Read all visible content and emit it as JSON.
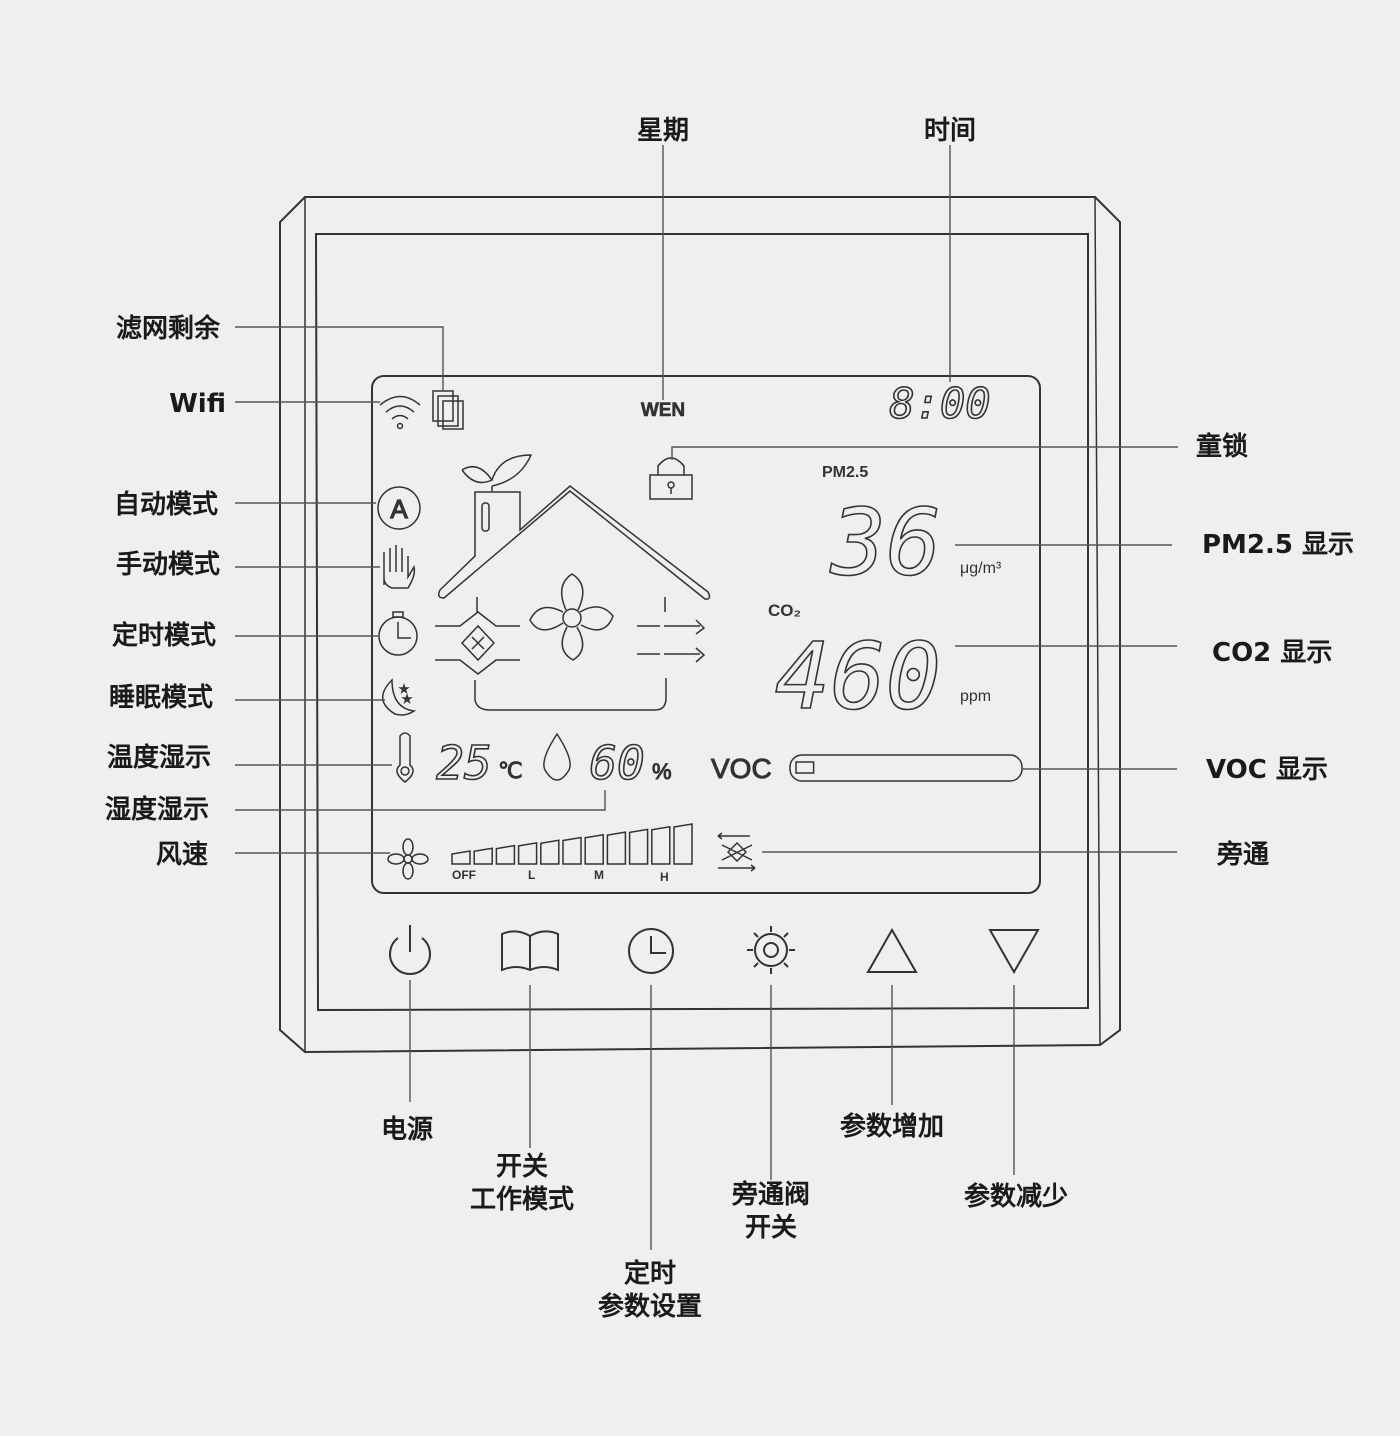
{
  "labels": {
    "week": "星期",
    "time": "时间",
    "filter_remaining": "滤网剩余",
    "wifi": "Wifi",
    "auto_mode": "自动模式",
    "manual_mode": "手动模式",
    "timer_mode": "定时模式",
    "sleep_mode": "睡眠模式",
    "temperature_display": "温度湿示",
    "humidity_display": "湿度湿示",
    "fan_speed": "风速",
    "child_lock": "童锁",
    "pm25_display": "PM2.5 显示",
    "co2_display": "CO2 显示",
    "voc_display": "VOC 显示",
    "bypass": "旁通"
  },
  "buttons": {
    "power": [
      "电源"
    ],
    "mode": [
      "开关",
      "工作模式"
    ],
    "timer": [
      "定时",
      "参数设置"
    ],
    "bypass_valve": [
      "旁通阀",
      "开关"
    ],
    "increase": [
      "参数增加"
    ],
    "decrease": [
      "参数减少"
    ]
  },
  "lcd": {
    "weekday": "WEN",
    "clock": "8:00",
    "pm25_label": "PM2.5",
    "pm25_value": "36",
    "pm25_unit": "μg/m³",
    "co2_label": "CO₂",
    "co2_value": "460",
    "co2_unit": "ppm",
    "temperature": "25",
    "temp_unit": "℃",
    "humidity": "60",
    "humidity_unit": "%",
    "voc_label": "VOC",
    "voc_level": 0.08,
    "fan_levels": {
      "off": "OFF",
      "low": "L",
      "mid": "M",
      "high": "H"
    },
    "fan_bar_count": 11
  }
}
